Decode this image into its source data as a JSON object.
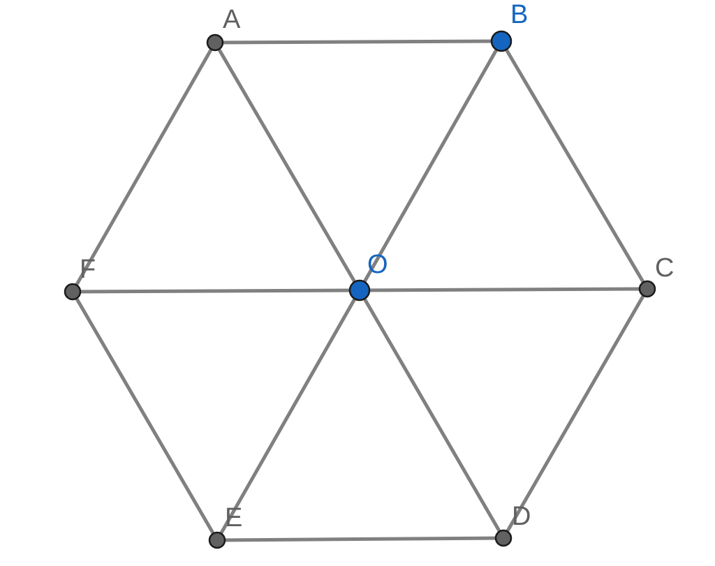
{
  "diagram": {
    "point_labels": {
      "A": "A",
      "B": "B",
      "C": "C",
      "D": "D",
      "E": "E",
      "F": "F",
      "O": "O"
    },
    "colors": {
      "segment": "#808080",
      "point_default": "#616161",
      "point_selected": "#1565C0",
      "label_default": "#606060",
      "label_selected": "#1565C0"
    },
    "selected_points": [
      "B",
      "O"
    ],
    "segments": [
      [
        "A",
        "B"
      ],
      [
        "B",
        "C"
      ],
      [
        "C",
        "D"
      ],
      [
        "D",
        "E"
      ],
      [
        "E",
        "F"
      ],
      [
        "F",
        "A"
      ],
      [
        "O",
        "A"
      ],
      [
        "O",
        "B"
      ],
      [
        "O",
        "C"
      ],
      [
        "O",
        "D"
      ],
      [
        "O",
        "E"
      ],
      [
        "O",
        "F"
      ]
    ]
  }
}
